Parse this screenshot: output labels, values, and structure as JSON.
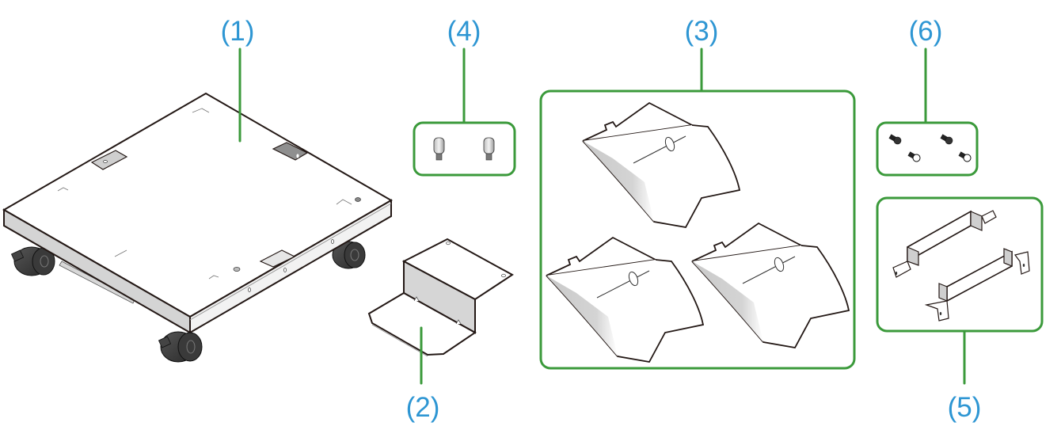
{
  "figure": {
    "title": "Caster unit package contents",
    "label_color": "#2e96d3",
    "leader_color": "#3b9a3b",
    "outline_color": "#231815"
  },
  "parts": [
    {
      "id": "1",
      "label": "(1)",
      "name": "Caster base (tray with four wheels)",
      "quantity": 1
    },
    {
      "id": "2",
      "label": "(2)",
      "name": "Z-shaped bracket",
      "quantity": 1
    },
    {
      "id": "3",
      "label": "(3)",
      "name": "Stabilizer foot covers",
      "quantity": 3
    },
    {
      "id": "4",
      "label": "(4)",
      "name": "Thumb screws",
      "quantity": 2
    },
    {
      "id": "5",
      "label": "(5)",
      "name": "Rail brackets",
      "quantity": 2
    },
    {
      "id": "6",
      "label": "(6)",
      "name": "Screws",
      "quantity": 4
    }
  ]
}
